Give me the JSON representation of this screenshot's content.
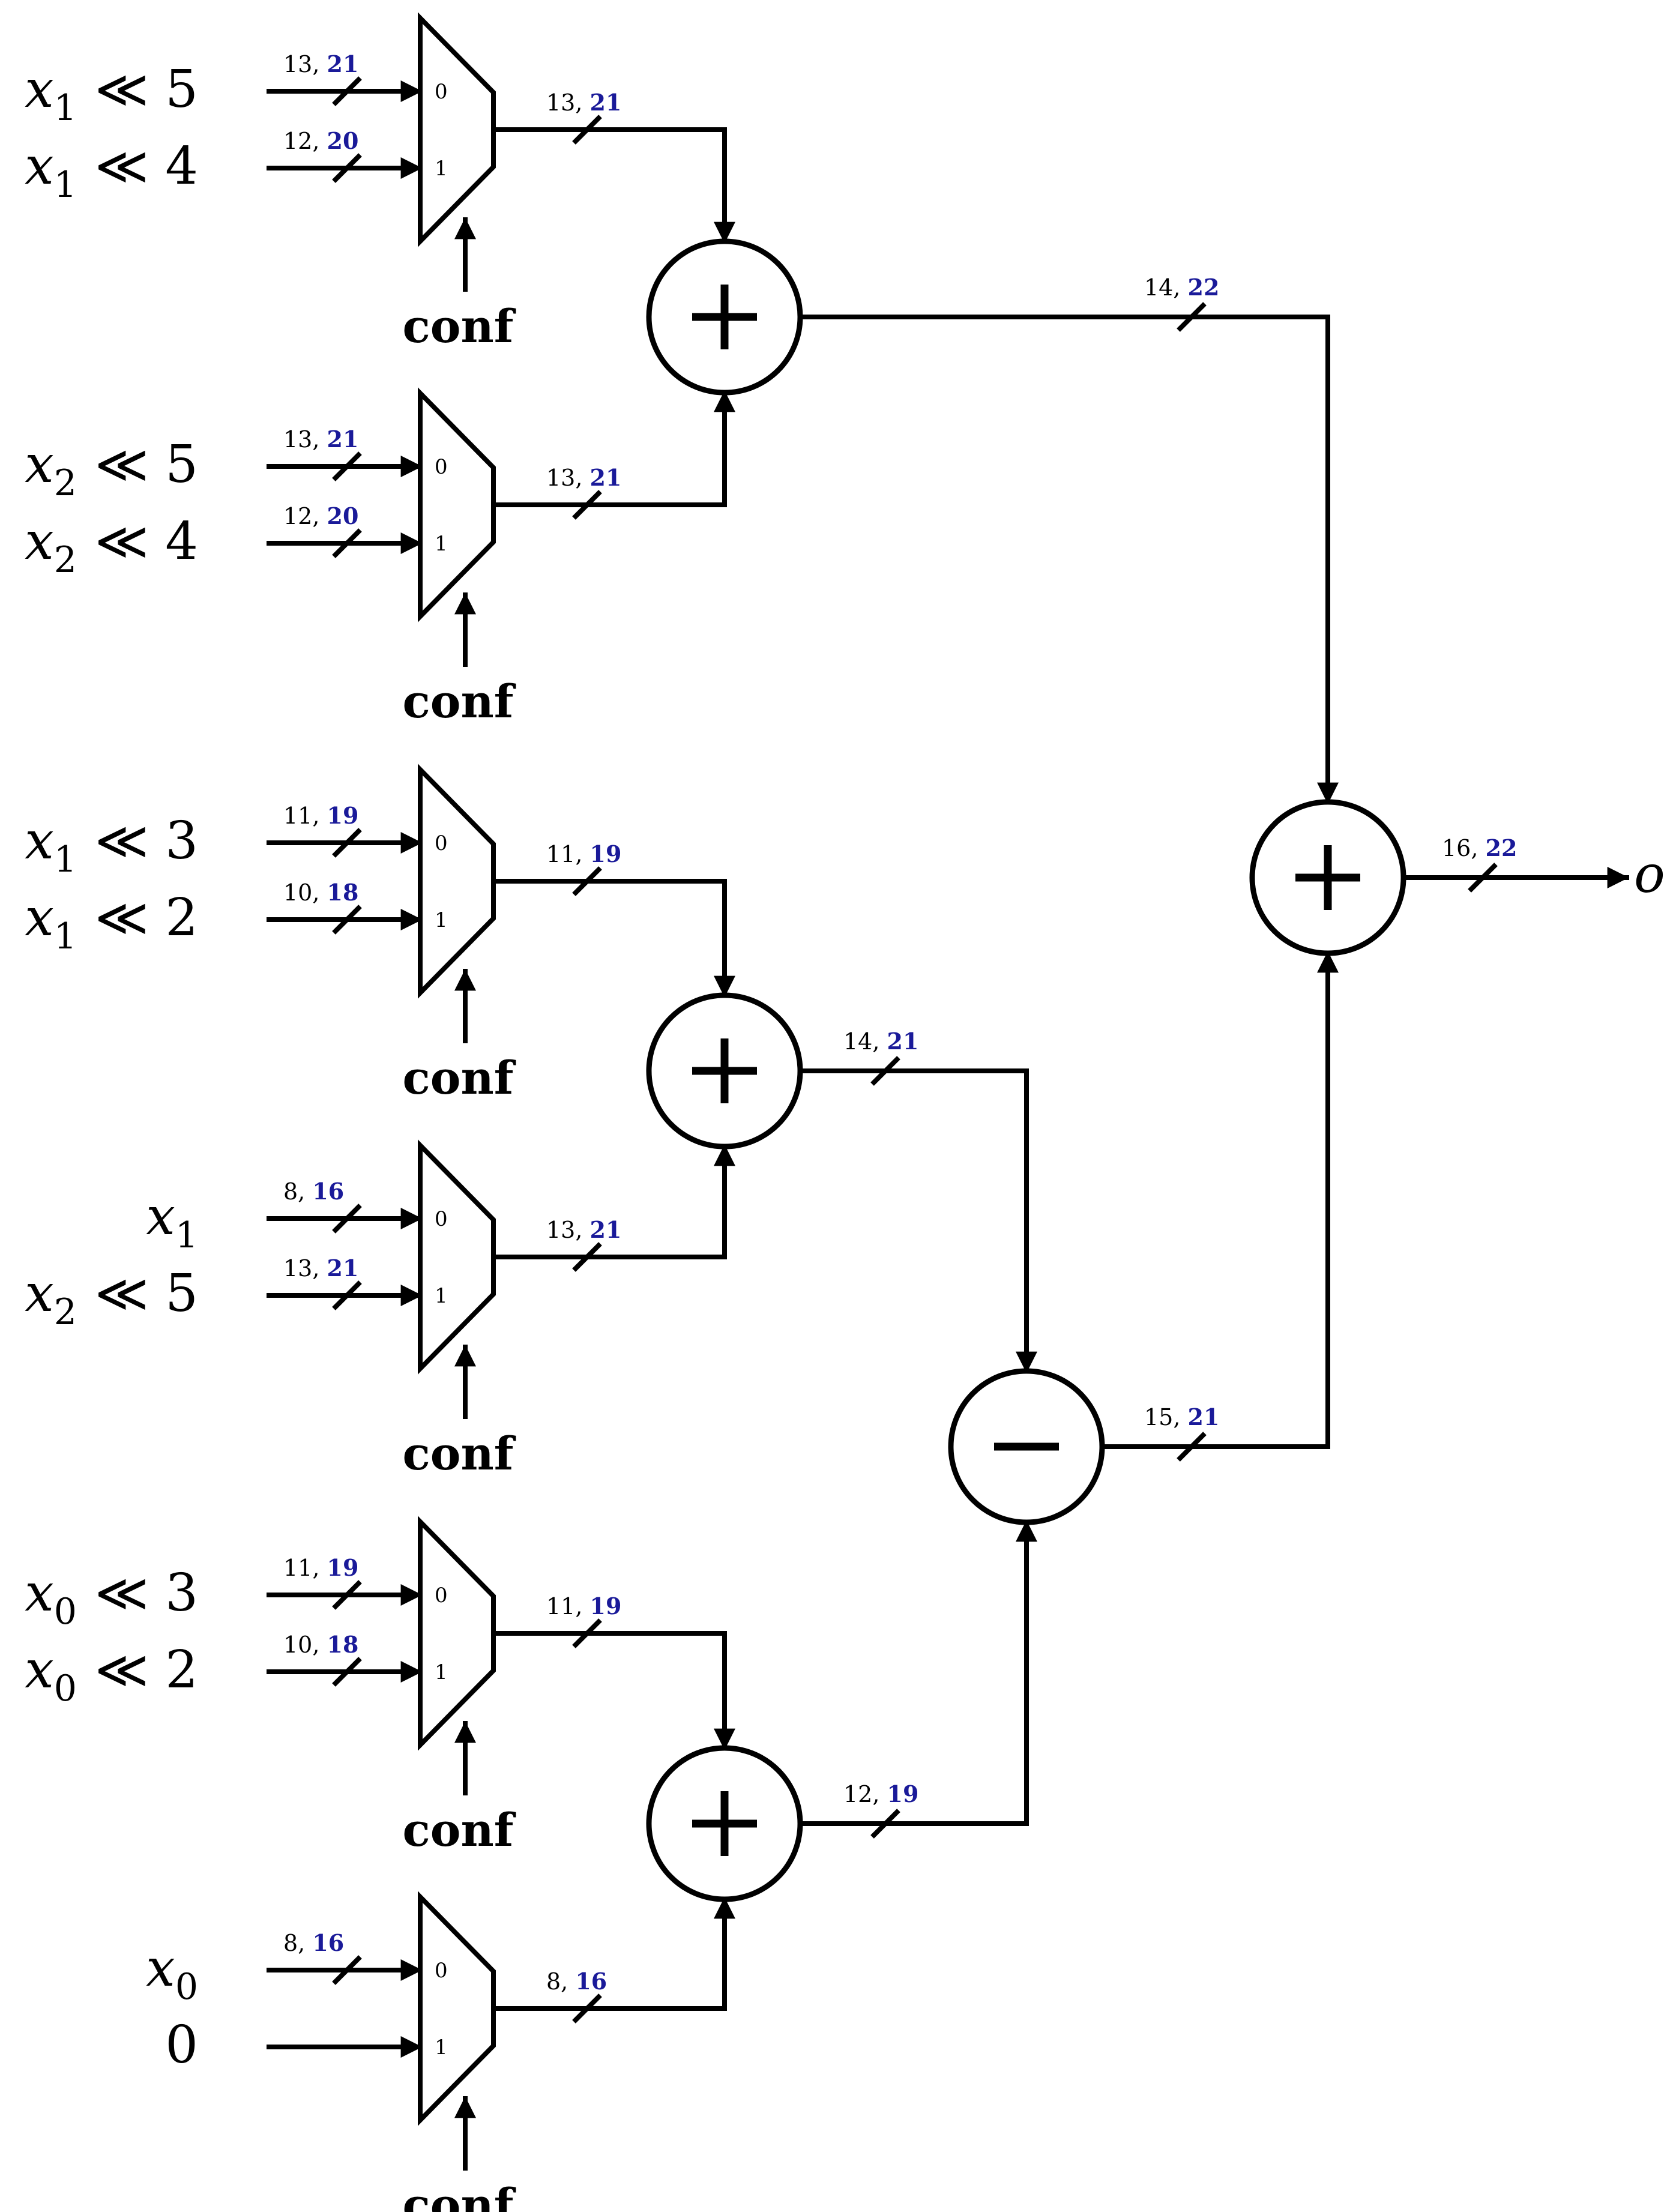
{
  "mux_ports": {
    "in0": "0",
    "in1": "1",
    "select": "conf"
  },
  "muxes": [
    {
      "in0": {
        "var": "x",
        "sub": "1",
        "shift": "≪ 5",
        "w1": "13",
        "w2": "21"
      },
      "in1": {
        "var": "x",
        "sub": "1",
        "shift": "≪ 4",
        "w1": "12",
        "w2": "20"
      },
      "out": {
        "w1": "13",
        "w2": "21"
      }
    },
    {
      "in0": {
        "var": "x",
        "sub": "2",
        "shift": "≪ 5",
        "w1": "13",
        "w2": "21"
      },
      "in1": {
        "var": "x",
        "sub": "2",
        "shift": "≪ 4",
        "w1": "12",
        "w2": "20"
      },
      "out": {
        "w1": "13",
        "w2": "21"
      }
    },
    {
      "in0": {
        "var": "x",
        "sub": "1",
        "shift": "≪ 3",
        "w1": "11",
        "w2": "19"
      },
      "in1": {
        "var": "x",
        "sub": "1",
        "shift": "≪ 2",
        "w1": "10",
        "w2": "18"
      },
      "out": {
        "w1": "11",
        "w2": "19"
      }
    },
    {
      "in0": {
        "var": "x",
        "sub": "1",
        "shift": "",
        "w1": "8",
        "w2": "16"
      },
      "in1": {
        "var": "x",
        "sub": "2",
        "shift": "≪ 5",
        "w1": "13",
        "w2": "21"
      },
      "out": {
        "w1": "13",
        "w2": "21"
      }
    },
    {
      "in0": {
        "var": "x",
        "sub": "0",
        "shift": "≪ 3",
        "w1": "11",
        "w2": "19"
      },
      "in1": {
        "var": "x",
        "sub": "0",
        "shift": "≪ 2",
        "w1": "10",
        "w2": "18"
      },
      "out": {
        "w1": "11",
        "w2": "19"
      }
    },
    {
      "in0": {
        "var": "x",
        "sub": "0",
        "shift": "",
        "w1": "8",
        "w2": "16"
      },
      "in1": {
        "var": "",
        "sub": "",
        "shift": "",
        "const": "0",
        "w1": "",
        "w2": ""
      },
      "out": {
        "w1": "8",
        "w2": "16"
      }
    }
  ],
  "operators": [
    {
      "id": "add1",
      "op": "+",
      "out": {
        "w1": "14",
        "w2": "22"
      }
    },
    {
      "id": "add2",
      "op": "+",
      "out": {
        "w1": "14",
        "w2": "21"
      }
    },
    {
      "id": "add3",
      "op": "+",
      "out": {
        "w1": "12",
        "w2": "19"
      }
    },
    {
      "id": "sub1",
      "op": "−",
      "out": {
        "w1": "15",
        "w2": "21"
      }
    },
    {
      "id": "add_final",
      "op": "+",
      "out": {
        "w1": "16",
        "w2": "22"
      }
    }
  ],
  "output": {
    "label": "o"
  },
  "colors": {
    "wire": "#000000",
    "width_primary": "#000000",
    "width_secondary": "#1a1a99"
  }
}
